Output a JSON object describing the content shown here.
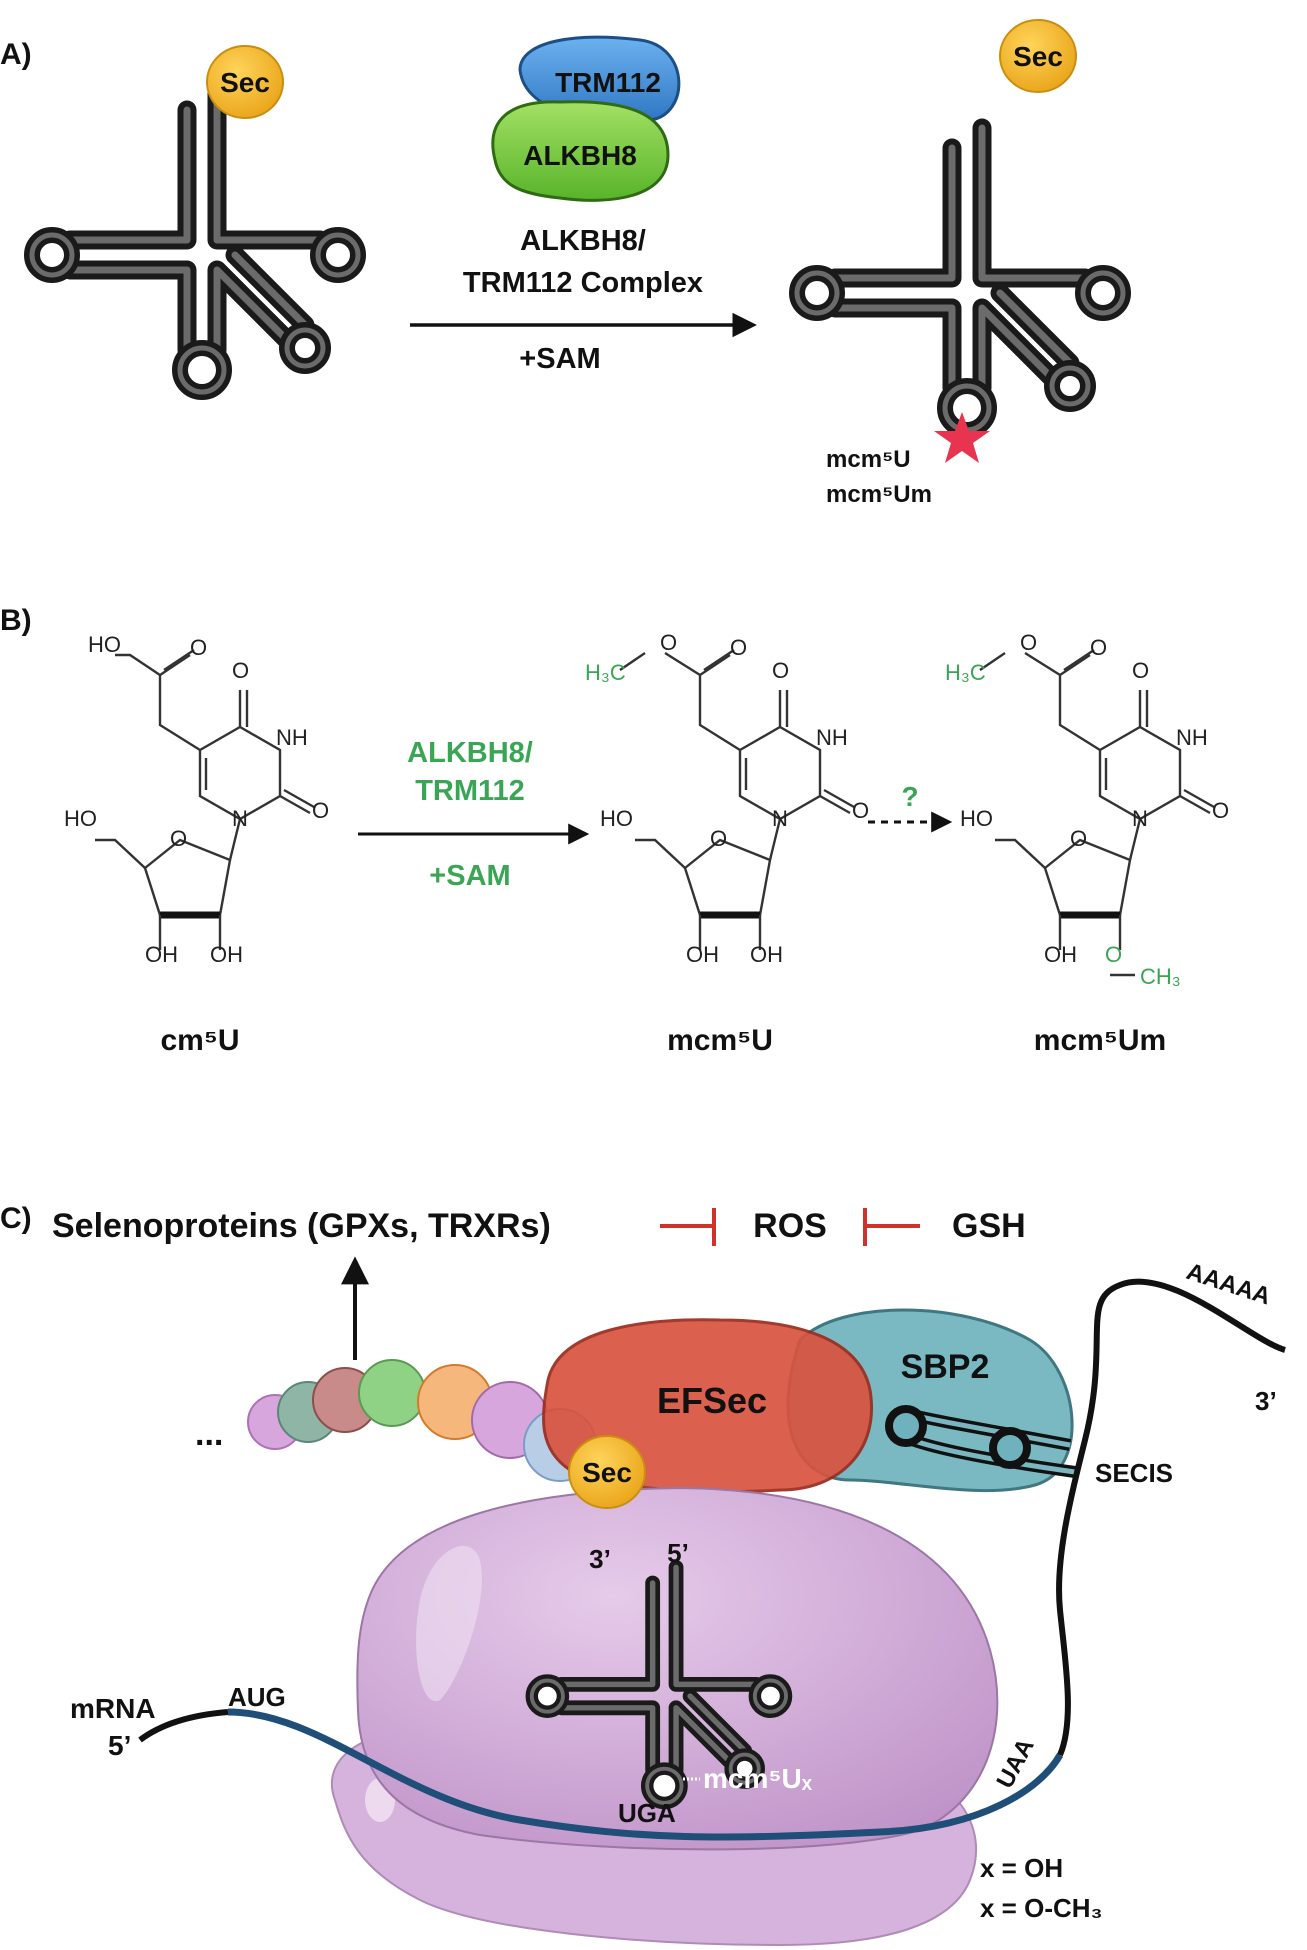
{
  "panels": {
    "a": "A)",
    "b": "B)",
    "c": "C)"
  },
  "panel_a": {
    "sec_left": "Sec",
    "sec_right": "Sec",
    "protein_top": "TRM112",
    "protein_bottom": "ALKBH8",
    "complex_line1": "ALKBH8/",
    "complex_line2": "TRM112 Complex",
    "cofactor": "+SAM",
    "mod1": "mcm⁵U",
    "mod2": "mcm⁵Um"
  },
  "panel_b": {
    "enzyme_line1": "ALKBH8/",
    "enzyme_line2": "TRM112",
    "cofactor": "+SAM",
    "question": "?",
    "compound1": "cm⁵U",
    "compound2": "mcm⁵U",
    "compound3": "mcm⁵Um",
    "atoms": {
      "ho_acid": "HO",
      "o": "O",
      "nh": "NH",
      "n": "N",
      "ho": "HO",
      "oh": "OH",
      "h3c": "H₃C",
      "ch3": "CH₃"
    }
  },
  "panel_c": {
    "selenoproteins": "Selenoproteins (GPXs, TRXRs)",
    "ros": "ROS",
    "gsh": "GSH",
    "ellipsis": "...",
    "efsec": "EFSec",
    "sbp2": "SBP2",
    "sec": "Sec",
    "secis": "SECIS",
    "polya": "AAAAA",
    "three_prime_mrna": "3’",
    "mrna": "mRNA",
    "five_prime_mrna": "5’",
    "aug": "AUG",
    "uga": "UGA",
    "uaa": "UAA",
    "trna_3": "3’",
    "trna_5": "5’",
    "mod": "mcm⁵Uₓ",
    "x_oh": "x = OH",
    "x_och3": "x = O-CH₃"
  },
  "colors": {
    "sec": "#f5b72a",
    "trm112": "#4a90d9",
    "alkbh8": "#7ccf3f",
    "efsec": "#d9533f",
    "sbp2": "#5fa7b3",
    "ribosome": "#d5b3dc",
    "mrna_coding": "#1f4e79",
    "star": "#e8344e",
    "inhibition": "#d0312d",
    "chem_green": "#3aa655"
  }
}
